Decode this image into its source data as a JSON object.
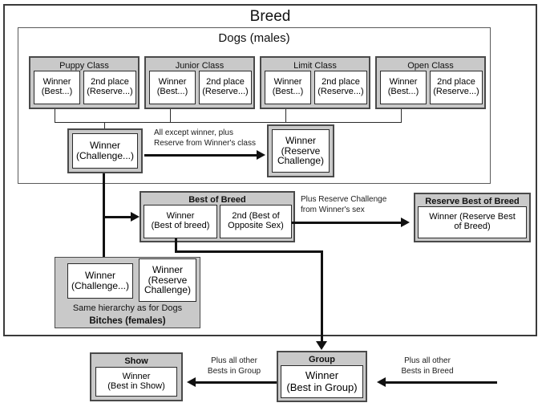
{
  "diagram": {
    "title": "Breed",
    "sections": {
      "dogs": {
        "title": "Dogs (males)",
        "classes": [
          {
            "name": "Puppy Class",
            "winner_line1": "Winner",
            "winner_line2": "(Best...)",
            "second_line1": "2nd place",
            "second_line2": "(Reserve...)"
          },
          {
            "name": "Junior Class",
            "winner_line1": "Winner",
            "winner_line2": "(Best...)",
            "second_line1": "2nd place",
            "second_line2": "(Reserve...)"
          },
          {
            "name": "Limit Class",
            "winner_line1": "Winner",
            "winner_line2": "(Best...)",
            "second_line1": "2nd place",
            "second_line2": "(Reserve...)"
          },
          {
            "name": "Open Class",
            "winner_line1": "Winner",
            "winner_line2": "(Best...)",
            "second_line1": "2nd place",
            "second_line2": "(Reserve...)"
          }
        ],
        "challenge_winner": {
          "line1": "Winner",
          "line2": "(Challenge...)"
        },
        "reserve_challenge_winner": {
          "line1": "Winner",
          "line2": "(Reserve",
          "line3": "Challenge)"
        },
        "challenge_to_reserve_note_line1": "All except winner, plus",
        "challenge_to_reserve_note_line2": "Reserve from Winner's class"
      },
      "best_of_breed": {
        "header": "Best of Breed",
        "winner": {
          "line1": "Winner",
          "line2": "(Best of breed)"
        },
        "second": {
          "line1": "2nd (Best of",
          "line2": "Opposite Sex)"
        }
      },
      "reserve_best_of_breed": {
        "header": "Reserve Best of Breed",
        "winner": {
          "line1": "Winner (Reserve Best",
          "line2": "of Breed)"
        },
        "note_line1": "Plus Reserve Challenge",
        "note_line2": "from Winner's sex"
      },
      "bitches": {
        "challenge_winner": {
          "line1": "Winner",
          "line2": "(Challenge...)"
        },
        "reserve_challenge_winner": {
          "line1": "Winner",
          "line2": "(Reserve",
          "line3": "Challenge)"
        },
        "footnote": "Same hierarchy as for Dogs",
        "title": "Bitches (females)"
      },
      "show": {
        "header": "Show",
        "winner": {
          "line1": "Winner",
          "line2": "(Best in Show)"
        }
      },
      "group": {
        "header": "Group",
        "winner": {
          "line1": "Winner",
          "line2": "(Best in Group)"
        },
        "note_to_show_line1": "Plus all other",
        "note_to_show_line2": "Bests in Group",
        "note_from_breed_line1": "Plus all other",
        "note_from_breed_line2": "Bests in Breed"
      }
    },
    "colors": {
      "group_fill": "#c9c9c9",
      "stroke": "#2b2b2b",
      "background": "#ffffff"
    }
  }
}
